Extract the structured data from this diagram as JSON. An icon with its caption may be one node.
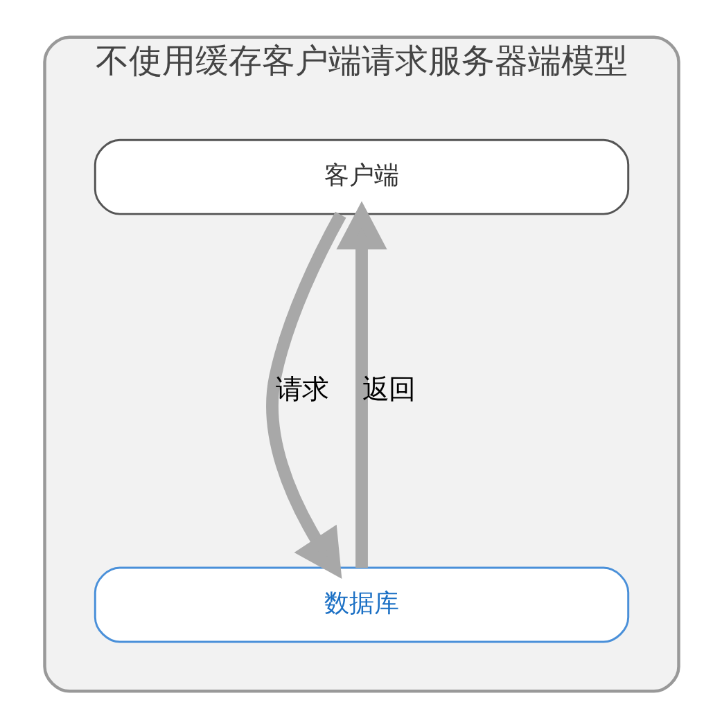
{
  "diagram": {
    "nodes": [
      {
        "text": [
          "不使用缓存客户端请求服务器端模型"
        ]
      },
      {
        "text": [
          "客户端"
        ],
        "in": 0
      },
      {
        "text": [
          "数据库"
        ],
        "in": 0
      }
    ],
    "edges": [
      {
        "from": 1,
        "to": 2,
        "arrow": "to",
        "label": "请求"
      },
      {
        "from": 2,
        "to": 1,
        "arrow": "to",
        "label": "返回"
      }
    ]
  }
}
